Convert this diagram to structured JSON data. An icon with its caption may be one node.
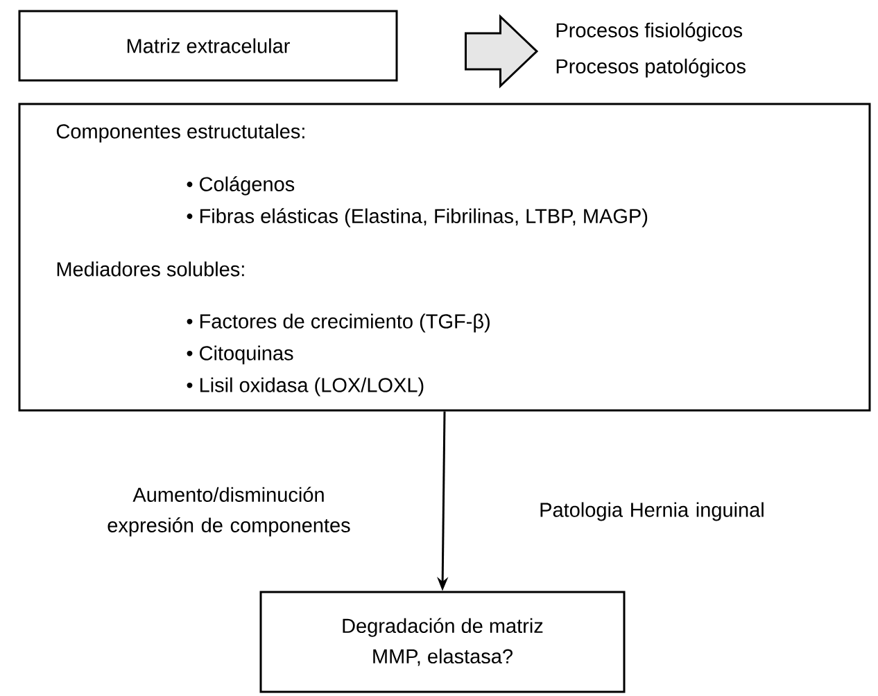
{
  "diagram": {
    "nodes": [
      {
        "text": [
          "Matriz extracelular"
        ]
      },
      {
        "text": [
          "Procesos fisiológicos",
          "Procesos patológicos"
        ]
      },
      {
        "text": [
          "Componentes estructutales:",
          "• Colágenos",
          "• Fibras elásticas (Elastina, Fibrilinas, LTBP, MAGP)",
          "Mediadores solubles:",
          "• Factores de crecimiento (TGF-β)",
          "• Citoquinas",
          "• Lisil oxidasa (LOX/LOXL)"
        ]
      },
      {
        "text": [
          "Degradación de matriz",
          "MMP, elastasa?"
        ]
      }
    ],
    "edges": [
      {
        "from": 0,
        "to": 1,
        "arrow": "to"
      },
      {
        "from": 2,
        "to": 3,
        "arrow": "to"
      }
    ],
    "labels": [
      "Aumento/disminución expresión de componentes",
      "Patologia Hernia inguinal"
    ]
  }
}
